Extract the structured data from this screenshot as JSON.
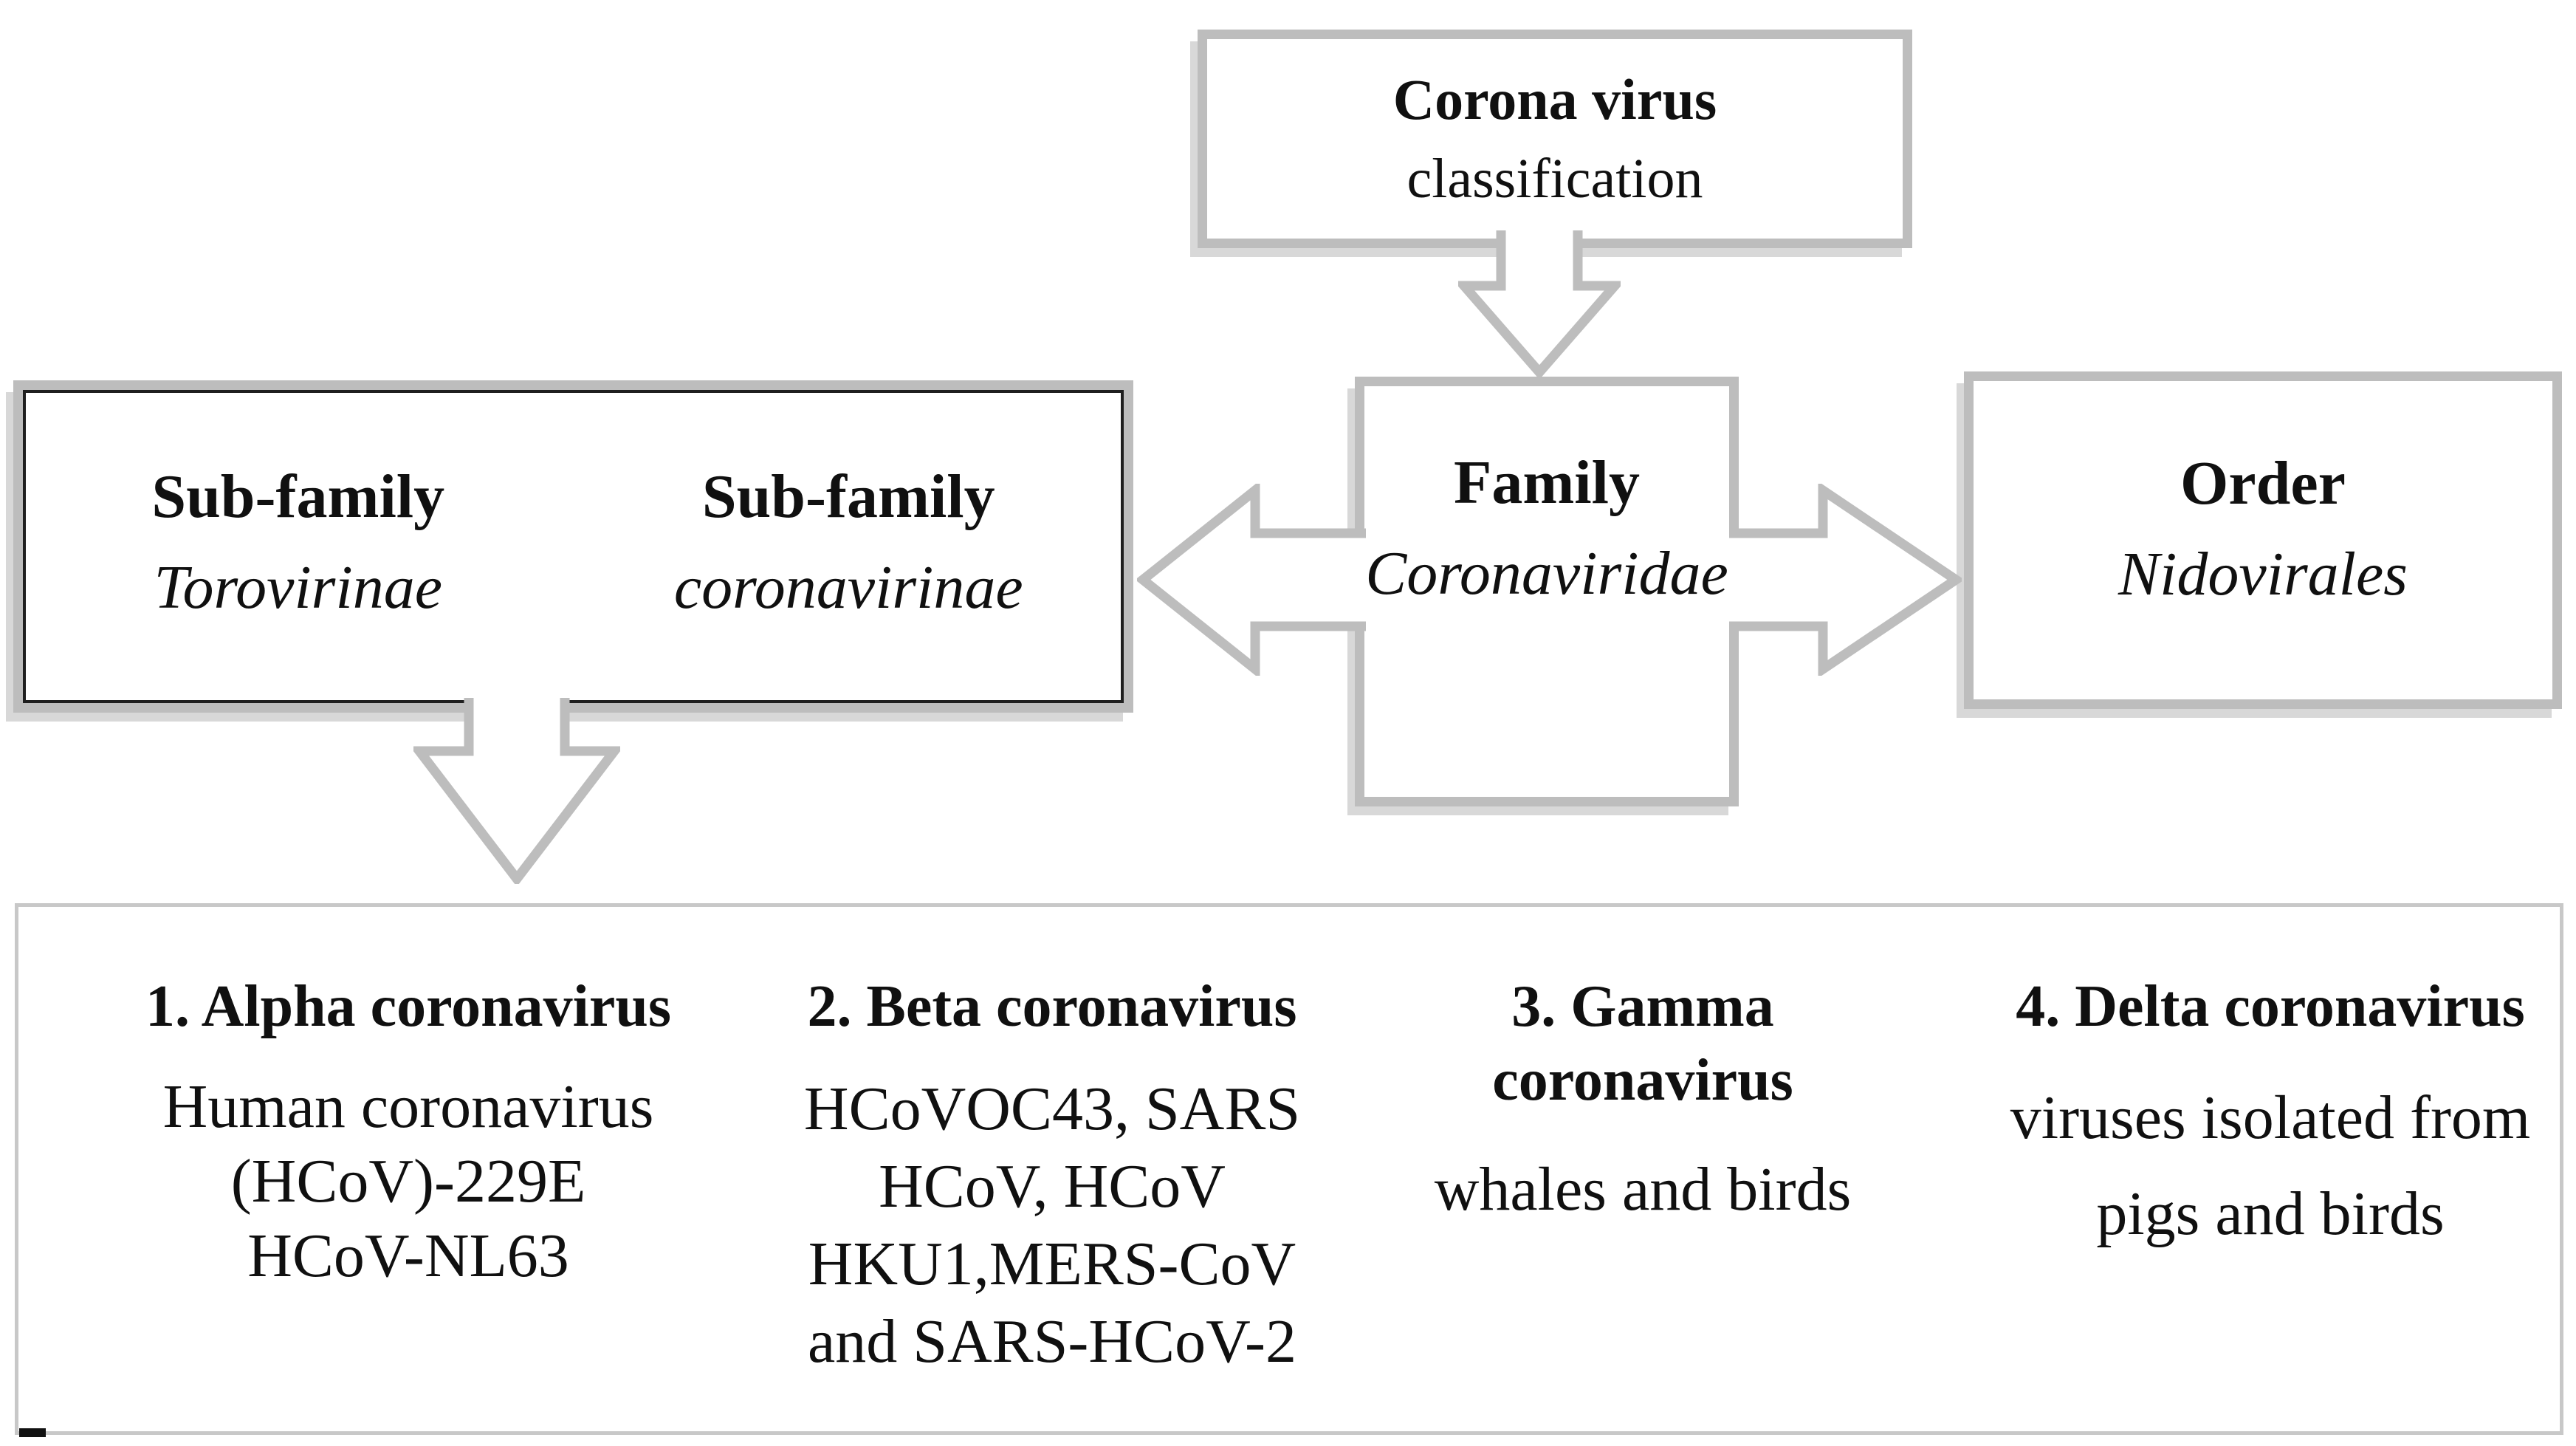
{
  "diagram": {
    "top_box": {
      "title": "Corona virus",
      "subtitle": "classification"
    },
    "subfamily_box": {
      "left": {
        "label": "Sub-family",
        "name": "Torovirinae"
      },
      "right": {
        "label": "Sub-family",
        "name": "coronavirinae"
      }
    },
    "family_box": {
      "label": "Family",
      "name": "Coronaviridae"
    },
    "order_box": {
      "label": "Order",
      "name": "Nidovirales"
    },
    "genera": [
      {
        "heading_lines": [
          "1. Alpha coronavirus"
        ],
        "body_lines": [
          "Human coronavirus",
          "(HCoV)-229E",
          "HCoV-NL63"
        ]
      },
      {
        "heading_lines": [
          "2. Beta coronavirus"
        ],
        "body_lines": [
          "HCoVOC43, SARS",
          "HCoV, HCoV",
          "HKU1,MERS-CoV",
          "and SARS-HCoV-2"
        ]
      },
      {
        "heading_lines": [
          "3. Gamma",
          "coronavirus"
        ],
        "body_lines": [
          "whales and birds"
        ]
      },
      {
        "heading_lines": [
          "4. Delta coronavirus"
        ],
        "body_lines": [
          "viruses isolated from",
          "pigs and birds"
        ]
      }
    ],
    "connectors": [
      {
        "id": "classification-to-family",
        "type": "down-arrow"
      },
      {
        "id": "subfamily-to-genera",
        "type": "down-arrow"
      },
      {
        "id": "family-to-subfamily",
        "type": "left-arrow"
      },
      {
        "id": "family-to-order",
        "type": "right-arrow"
      }
    ]
  },
  "colors": {
    "box_border": "#bdbdbd",
    "thin_border": "#c8c8c8",
    "inner_border": "#1f1f1f",
    "shadow": "#d8d8d8",
    "text": "#101010",
    "background": "#ffffff"
  }
}
